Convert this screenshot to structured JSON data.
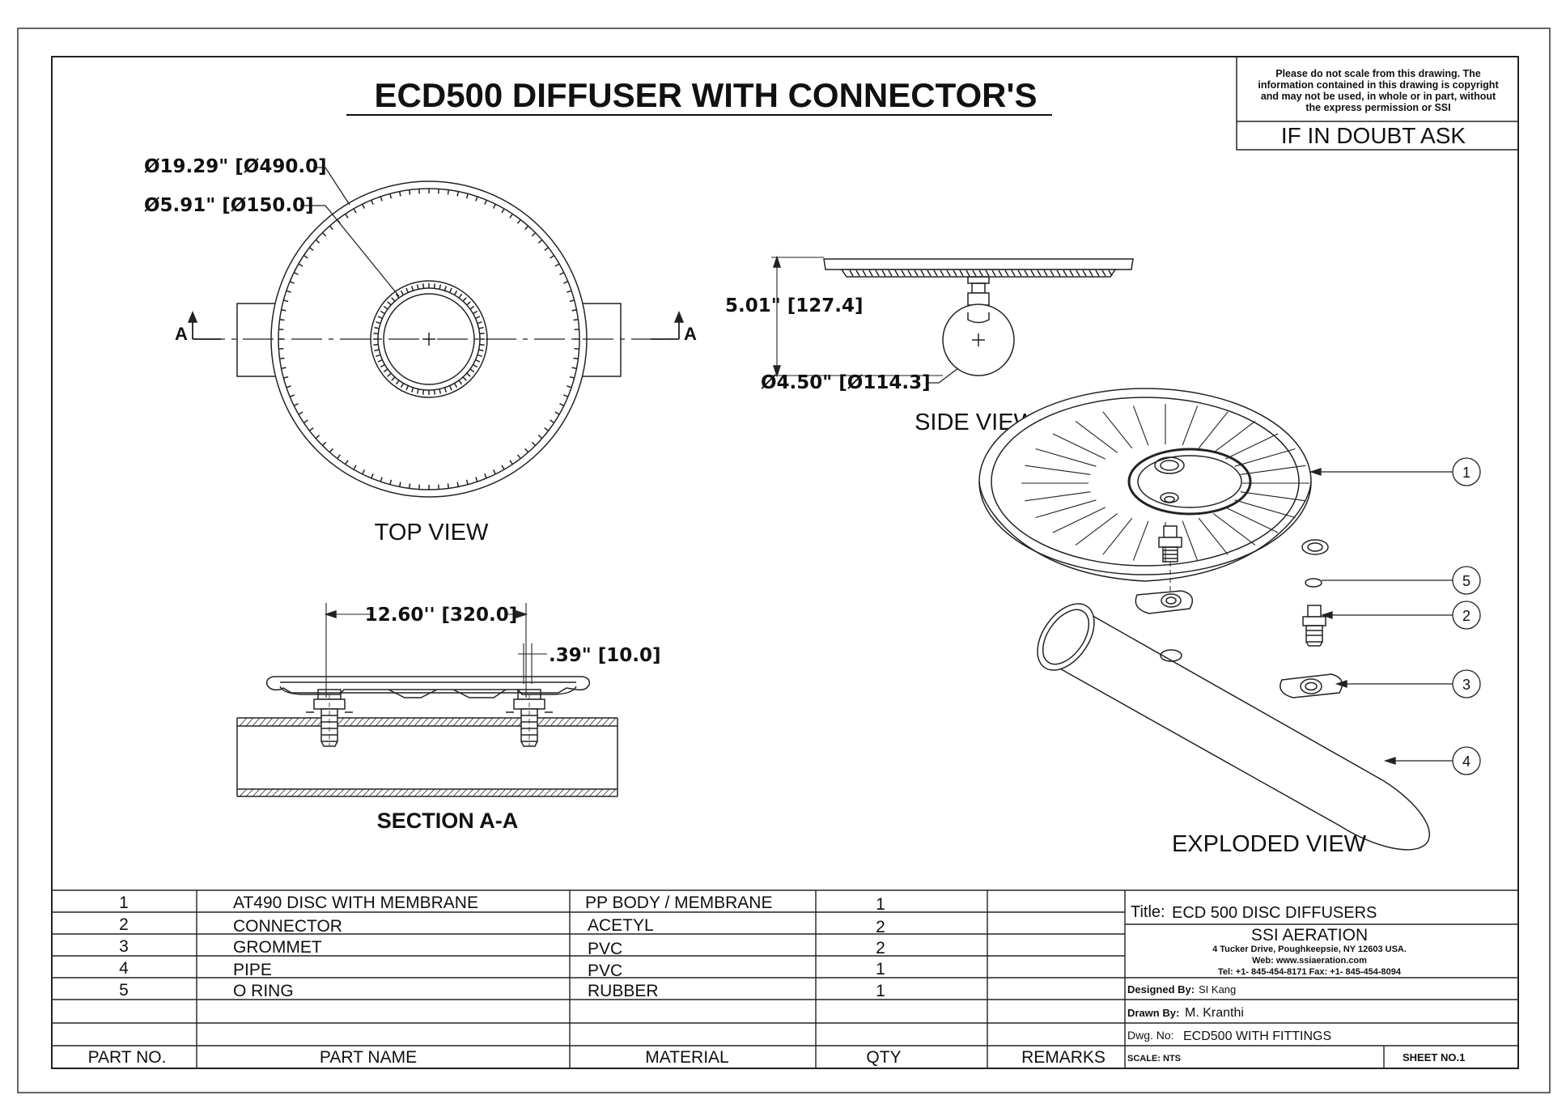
{
  "title": "ECD500 DIFFUSER WITH CONNECTOR'S",
  "notice": {
    "lines": [
      "Please do not scale from this drawing. The",
      "information contained in this drawing is copyright",
      "and may not be used, in whole or in part, without",
      "the express permission or SSI"
    ],
    "ask": "IF IN DOUBT ASK"
  },
  "top_view": {
    "label": "TOP VIEW",
    "dim_outer": "Ø19.29\" [Ø490.0]",
    "dim_inner": "Ø5.91\" [Ø150.0]",
    "section_mark": "A"
  },
  "side_view": {
    "label": "SIDE VIEW",
    "dim_height": "5.01\" [127.4]",
    "dim_pipe": "Ø4.50\" [Ø114.3]"
  },
  "section_view": {
    "label": "SECTION A-A",
    "dim_span": "12.60'' [320.0]",
    "dim_offset": ".39\" [10.0]"
  },
  "exploded_view": {
    "label": "EXPLODED VIEW",
    "balloons": [
      "1",
      "5",
      "2",
      "3",
      "4"
    ]
  },
  "bom": {
    "headers": [
      "PART NO.",
      "PART NAME",
      "MATERIAL",
      "QTY",
      "REMARKS"
    ],
    "rows": [
      {
        "no": "1",
        "name": "AT490 DISC WITH MEMBRANE",
        "material": "PP BODY / MEMBRANE",
        "qty": "1",
        "remarks": ""
      },
      {
        "no": "2",
        "name": "CONNECTOR",
        "material": "ACETYL",
        "qty": "2",
        "remarks": ""
      },
      {
        "no": "3",
        "name": "GROMMET",
        "material": "PVC",
        "qty": "2",
        "remarks": ""
      },
      {
        "no": "4",
        "name": "PIPE",
        "material": "PVC",
        "qty": "1",
        "remarks": ""
      },
      {
        "no": "5",
        "name": "O RING",
        "material": "RUBBER",
        "qty": "1",
        "remarks": ""
      }
    ]
  },
  "title_block": {
    "title_label": "Title:",
    "title_value": "ECD 500 DISC DIFFUSERS",
    "company": "SSI AERATION",
    "address": "4 Tucker Drive, Poughkeepsie, NY 12603 USA.",
    "web": "Web: www.ssiaeration.com",
    "phone": "Tel: +1- 845-454-8171   Fax: +1- 845-454-8094",
    "designed_label": "Designed By:",
    "designed_value": "SI Kang",
    "drawn_label": "Drawn By:",
    "drawn_value": "M. Kranthi",
    "dwg_label": "Dwg. No:",
    "dwg_value": "ECD500 WITH FITTINGS",
    "scale": "SCALE: NTS",
    "sheet": "SHEET NO.1"
  }
}
